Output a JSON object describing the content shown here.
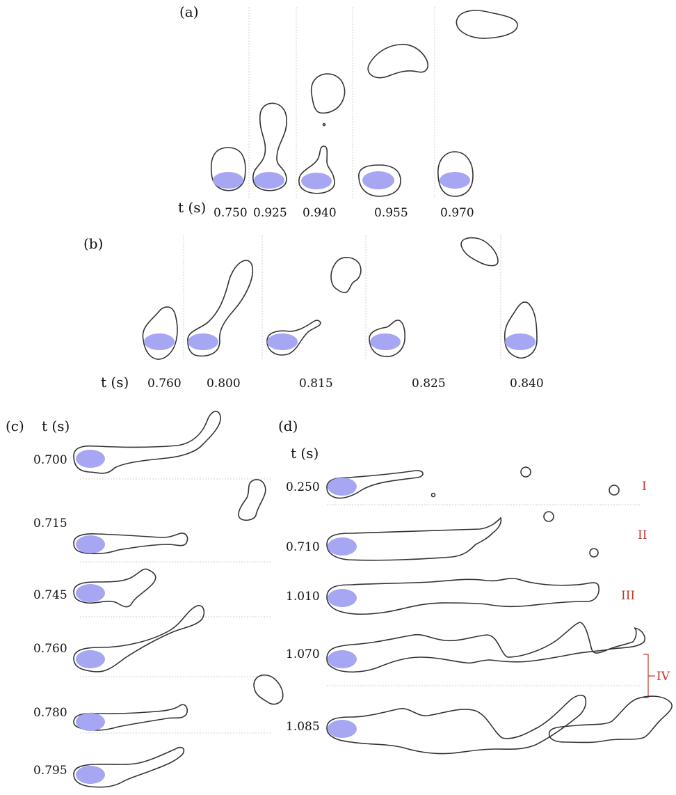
{
  "panel_a": {
    "label": "(a)",
    "t_label": "t (s)",
    "times": [
      "0.750",
      "0.925",
      "0.940",
      "0.955",
      "0.970"
    ]
  },
  "panel_b": {
    "label": "(b)",
    "t_label": "t (s)",
    "times": [
      "0.760",
      "0.800",
      "0.815",
      "0.825",
      "0.840"
    ]
  },
  "panel_c": {
    "label": "(c)",
    "t_label": "t (s)",
    "times": [
      "0.700",
      "0.715",
      "0.745",
      "0.760",
      "0.780",
      "0.795"
    ]
  },
  "panel_d": {
    "label": "(d)",
    "t_label": "t (s)",
    "times": [
      "0.250",
      "0.710",
      "1.010",
      "1.070",
      "1.085"
    ],
    "regimes": [
      "I",
      "II",
      "III",
      "IV"
    ]
  },
  "colors": {
    "core": "#a6a6f2",
    "outline": "#333333",
    "regime_label": "#c0392b"
  }
}
